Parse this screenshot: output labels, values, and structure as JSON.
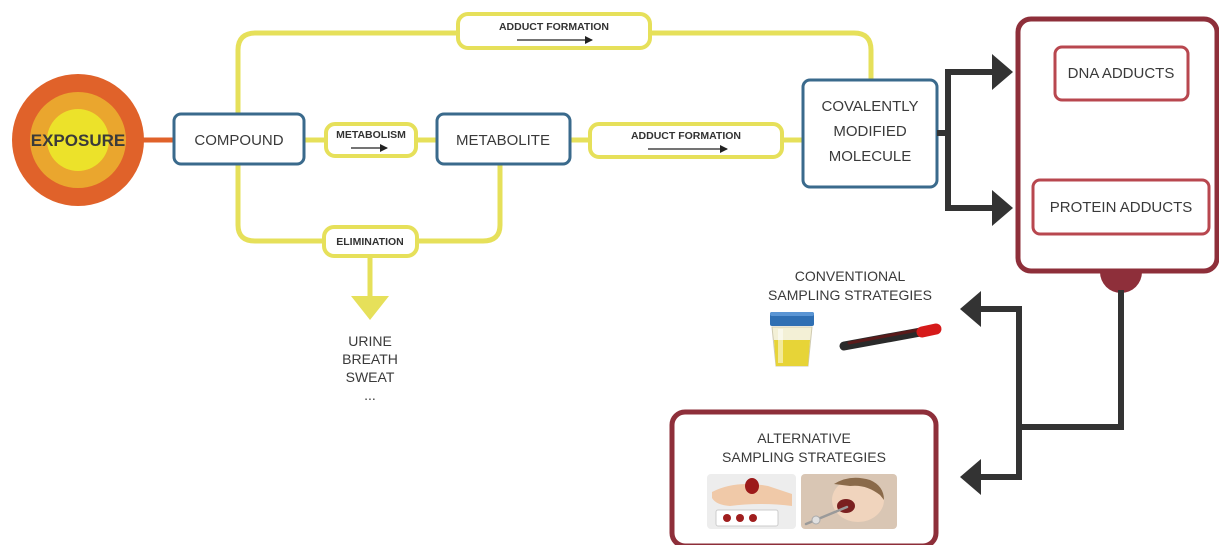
{
  "exposure": {
    "label": "EXPOSURE"
  },
  "nodes": {
    "compound": "COMPOUND",
    "metabolite": "METABOLITE",
    "covalent": [
      "COVALENTLY",
      "MODIFIED",
      "MOLECULE"
    ],
    "dna_adducts": "DNA ADDUCTS",
    "protein_adducts": "PROTEIN ADDUCTS"
  },
  "processes": {
    "adduct_formation_top": "ADDUCT FORMATION",
    "metabolism": "METABOLISM",
    "adduct_formation_mid": "ADDUCT FORMATION",
    "elimination": "ELIMINATION"
  },
  "elimination_outputs": [
    "URINE",
    "BREATH",
    "SWEAT",
    "..."
  ],
  "conventional": {
    "title": [
      "CONVENTIONAL",
      "SAMPLING STRATEGIES"
    ],
    "icons": [
      "urine-cup-icon",
      "blood-tube-icon"
    ]
  },
  "alternative": {
    "title": [
      "ALTERNATIVE",
      "SAMPLING STRATEGIES"
    ],
    "icons": [
      "finger-prick-icon",
      "saliva-swab-icon"
    ]
  },
  "colors": {
    "node_border": "#3a6a8c",
    "process_yellow": "#e6e05a",
    "outer_red": "#8e2f3a",
    "adduct_red": "#b8474f",
    "exposure_outer": "#e0622a",
    "exposure_mid": "#eaa62e",
    "exposure_inner": "#ece22a",
    "arrow_dark": "#333333"
  }
}
